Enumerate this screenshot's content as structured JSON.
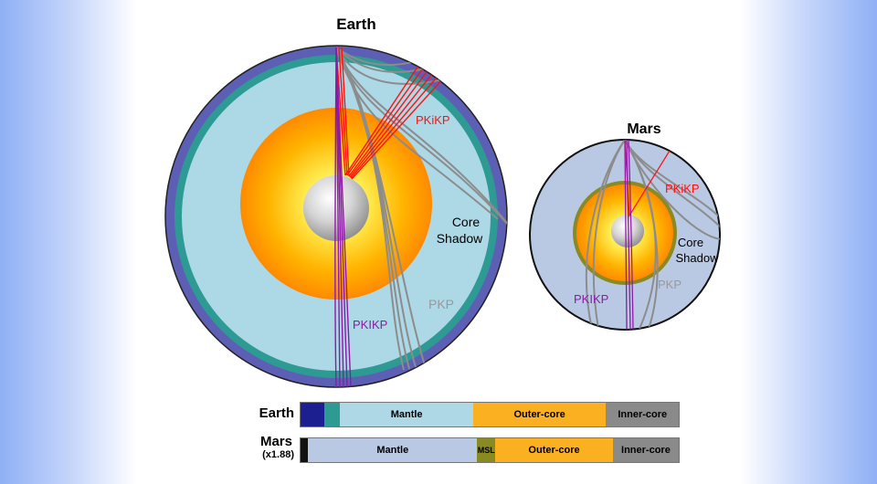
{
  "earth": {
    "title": "Earth",
    "pikip": "PKiKP",
    "pkikp": "PKIKP",
    "pkp": "PKP",
    "shadow_line1": "Core",
    "shadow_line2": "Shadow"
  },
  "mars": {
    "title": "Mars",
    "pikip": "PKiKP",
    "pkikp": "PKIKP",
    "pkp": "PKP",
    "shadow_line1": "Core",
    "shadow_line2": "Shadow"
  },
  "bars": {
    "earth_label": "Earth",
    "mars_label": "Mars",
    "mars_scale": "(x1.88)",
    "earth_segments": [
      {
        "label": "",
        "color": "#1b1f8f",
        "fraction": 0.062
      },
      {
        "label": "",
        "color": "#2e9a94",
        "fraction": 0.043
      },
      {
        "label": "Mantle",
        "color": "#aed8e6",
        "fraction": 0.351
      },
      {
        "label": "Outer-core",
        "color": "#fbb022",
        "fraction": 0.352
      },
      {
        "label": "Inner-core",
        "color": "#8a8a8a",
        "fraction": 0.192
      }
    ],
    "mars_segments": [
      {
        "label": "",
        "color": "#111111",
        "fraction": 0.02
      },
      {
        "label": "Mantle",
        "color": "#b9c9e3",
        "fraction": 0.447
      },
      {
        "label": "MSL",
        "color": "#8a8a22",
        "fraction": 0.048
      },
      {
        "label": "Outer-core",
        "color": "#fbb022",
        "fraction": 0.311
      },
      {
        "label": "Inner-core",
        "color": "#8a8a8a",
        "fraction": 0.174
      }
    ]
  },
  "colors": {
    "crust": "#5d5fb4",
    "transition": "#2e9a94",
    "earth_mantle": "#add8e6",
    "mars_mantle": "#b9c9e3",
    "ray_red": "#ff1010",
    "ray_purple": "#8e1aa6",
    "ray_gray": "#8c8c8c"
  }
}
